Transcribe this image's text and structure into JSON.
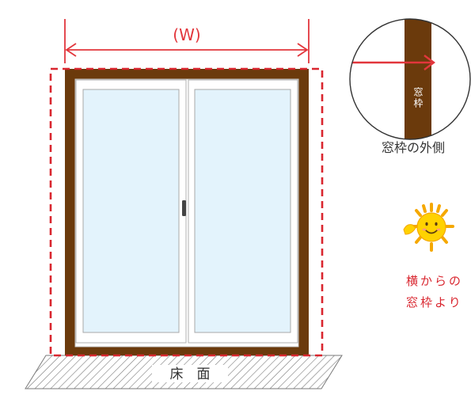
{
  "width_label": "(W)",
  "floor_label": "床　面",
  "detail": {
    "frame_text": "窓枠",
    "caption": "窓枠の外側"
  },
  "note": {
    "quote_mark": "「",
    "line1": "横からの",
    "line2": "窓枠より"
  },
  "colors": {
    "frame_brown": "#6b3a0c",
    "dash_red": "#d9262f",
    "arrow_red": "#e2363c",
    "glass": "#e3f3fc",
    "sash": "#ffffff",
    "sun_yellow": "#ffd200",
    "sun_ray": "#f5a800",
    "note_red": "#d9262f",
    "floor_hatch": "#7a7a7a"
  }
}
